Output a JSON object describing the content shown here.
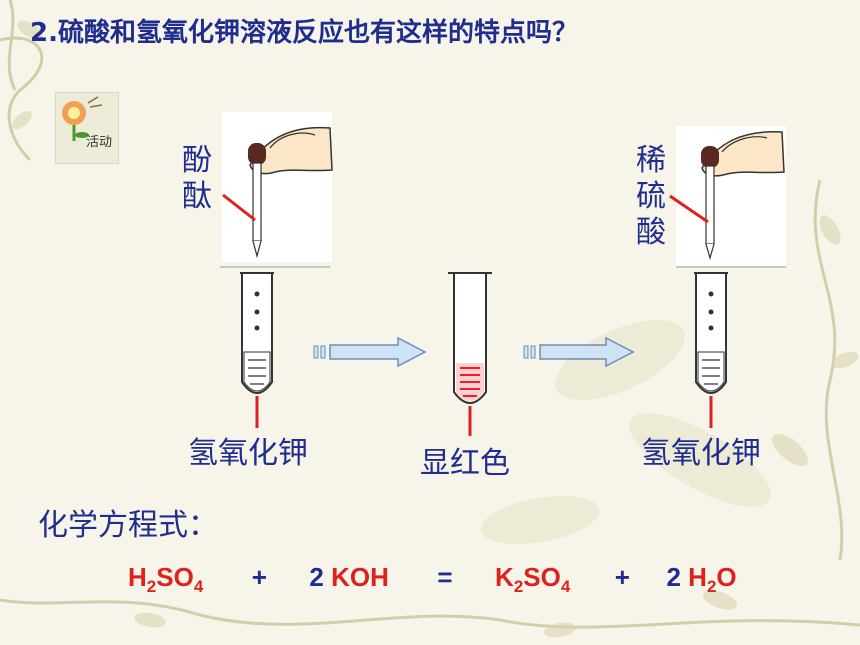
{
  "title": {
    "number": "2.",
    "text": "硫酸和氢氧化钾溶液反应也有这样的特点吗？"
  },
  "activity_badge": {
    "label": "活动"
  },
  "labels": {
    "dropper_left": "酚酞",
    "dropper_right": "稀硫酸",
    "tube_left": "氢氧化钾",
    "tube_middle": "显红色",
    "tube_right": "氢氧化钾"
  },
  "equation": {
    "heading": "化学方程式：",
    "h2so4": {
      "a": "H",
      "b": "2",
      "c": "SO",
      "d": "4"
    },
    "plus1": "+",
    "koh": {
      "coef": "2",
      "formula": "KOH"
    },
    "equals": "=",
    "k2so4": {
      "a": "K",
      "b": "2",
      "c": "SO",
      "d": "4"
    },
    "plus2": "+",
    "h2o": {
      "coef": "2",
      "a": "H",
      "b": "2",
      "c": "O"
    }
  },
  "colors": {
    "label_blue": "#1f2d8f",
    "formula_red": "#e0201c",
    "solution_red": "#e8202a",
    "arrow_fill": "#cfe3f5"
  }
}
